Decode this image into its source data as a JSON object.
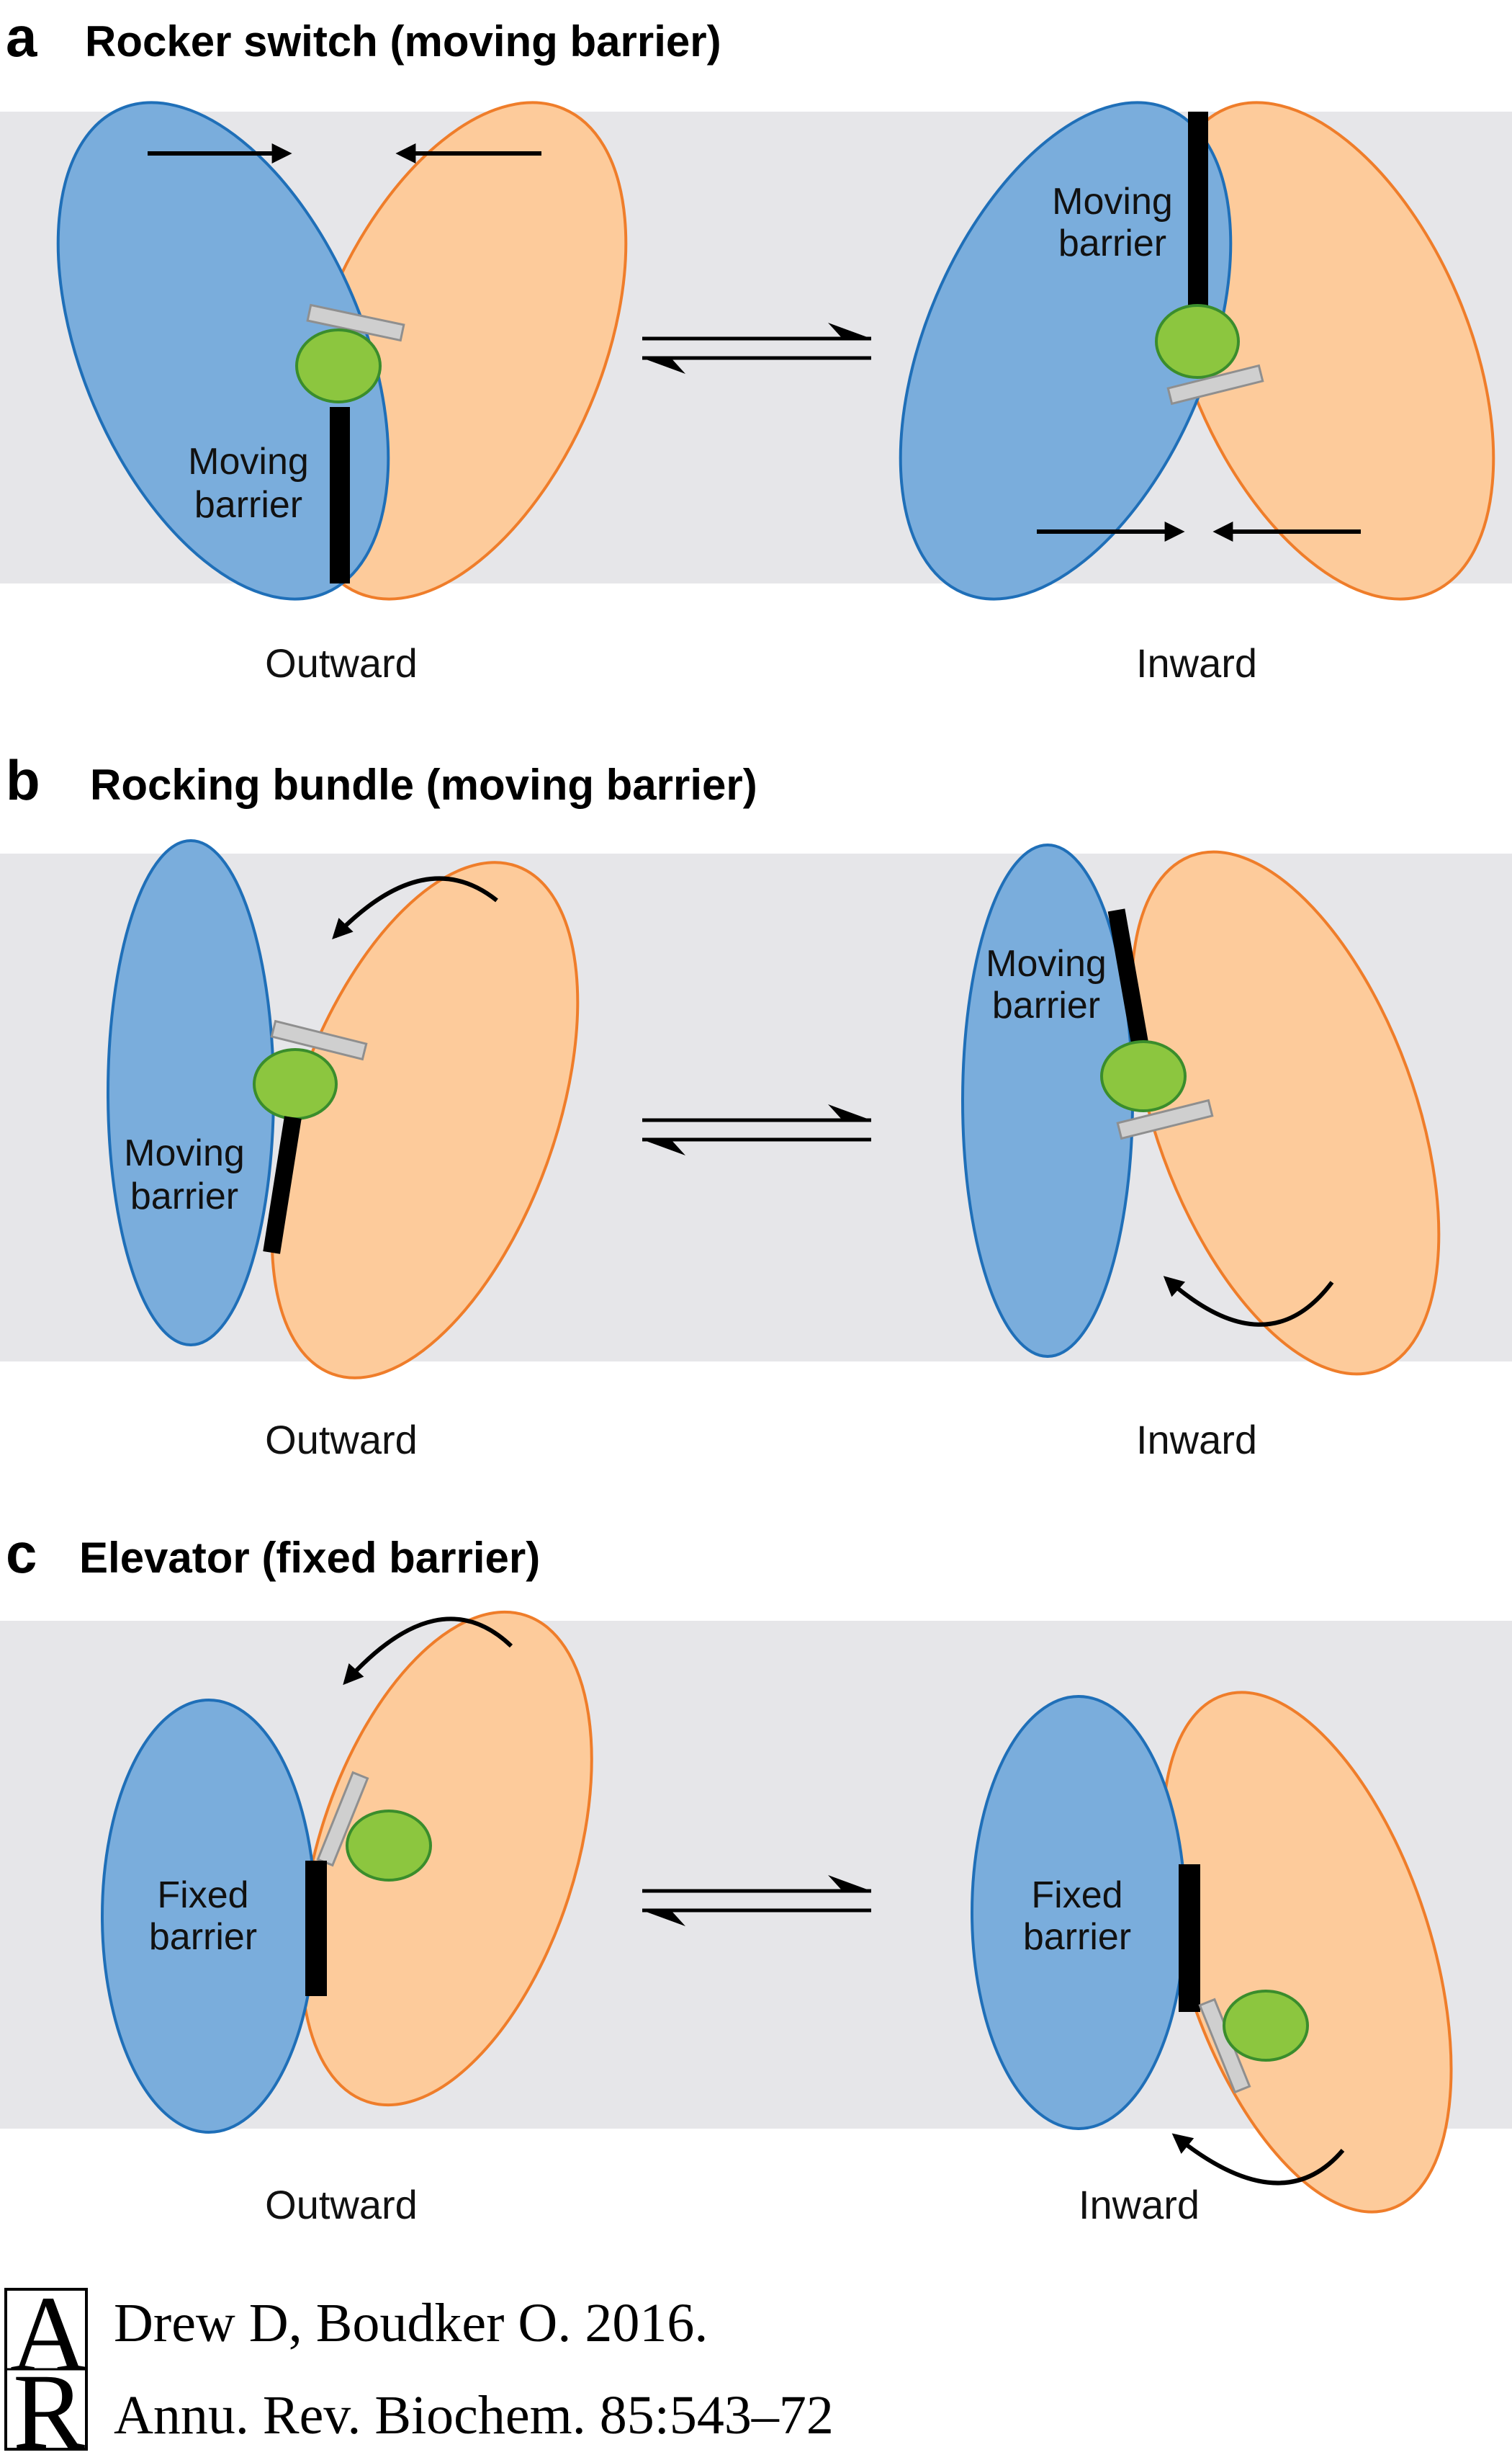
{
  "panels": [
    {
      "letter": "a",
      "title": "Rocker switch (moving barrier)",
      "outward_label": "Outward",
      "inward_label": "Inward",
      "left_barrier_label": [
        "Moving",
        "barrier"
      ],
      "right_barrier_label": [
        "Moving",
        "barrier"
      ]
    },
    {
      "letter": "b",
      "title": "Rocking bundle (moving barrier)",
      "outward_label": "Outward",
      "inward_label": "Inward",
      "left_barrier_label": [
        "Moving",
        "barrier"
      ],
      "right_barrier_label": [
        "Moving",
        "barrier"
      ]
    },
    {
      "letter": "c",
      "title": "Elevator (fixed barrier)",
      "outward_label": "Outward",
      "inward_label": "Inward",
      "left_barrier_label": [
        "Fixed",
        "barrier"
      ],
      "right_barrier_label": [
        "Fixed",
        "barrier"
      ]
    }
  ],
  "citation": {
    "logo": "AR",
    "line1": "Drew D, Boudker O. 2016.",
    "line2": "Annu. Rev. Biochem. 85:543–72"
  },
  "colors": {
    "membrane": "#e6e6e9",
    "blue_fill": "#7aaddc",
    "blue_stroke": "#1f6fb8",
    "orange_fill": "#fdcb9b",
    "orange_stroke": "#ef7d2a",
    "substrate_fill": "#8cc63f",
    "substrate_stroke": "#3a8d2c",
    "gate_fill": "#cfcfcf",
    "gate_stroke": "#8f8f8f"
  }
}
